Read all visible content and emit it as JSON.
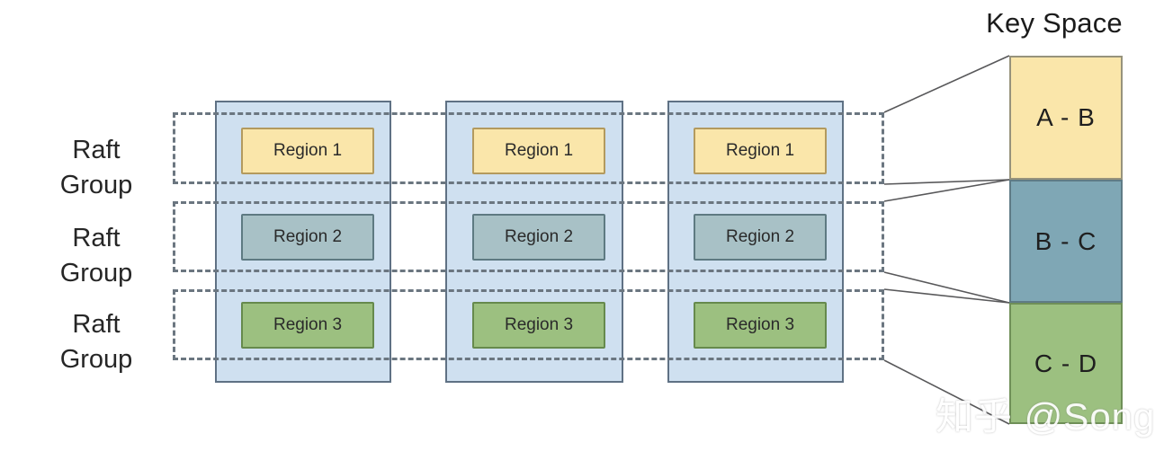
{
  "keyspace": {
    "title": "Key Space",
    "blocks": [
      {
        "label": "A - B",
        "color": "#fae6aa"
      },
      {
        "label": "B - C",
        "color": "#7fa7b5"
      },
      {
        "label": "C - D",
        "color": "#9cc080"
      }
    ]
  },
  "raft_groups": [
    {
      "line1": "Raft",
      "line2": "Group"
    },
    {
      "line1": "Raft",
      "line2": "Group"
    },
    {
      "line1": "Raft",
      "line2": "Group"
    }
  ],
  "nodes": [
    {
      "regions": [
        {
          "label": "Region 1",
          "color": "#fae6aa"
        },
        {
          "label": "Region 2",
          "color": "#a8c1c6"
        },
        {
          "label": "Region 3",
          "color": "#9cc080"
        }
      ]
    },
    {
      "regions": [
        {
          "label": "Region 1",
          "color": "#fae6aa"
        },
        {
          "label": "Region 2",
          "color": "#a8c1c6"
        },
        {
          "label": "Region 3",
          "color": "#9cc080"
        }
      ]
    },
    {
      "regions": [
        {
          "label": "Region 1",
          "color": "#fae6aa"
        },
        {
          "label": "Region 2",
          "color": "#a8c1c6"
        },
        {
          "label": "Region 3",
          "color": "#9cc080"
        }
      ]
    }
  ],
  "watermark": {
    "text": "知乎 @Song"
  },
  "colors": {
    "node_fill": "#cfe0f0",
    "node_border": "#5f7184",
    "dashed_border": "#6b7680",
    "connector": "#58585a"
  }
}
